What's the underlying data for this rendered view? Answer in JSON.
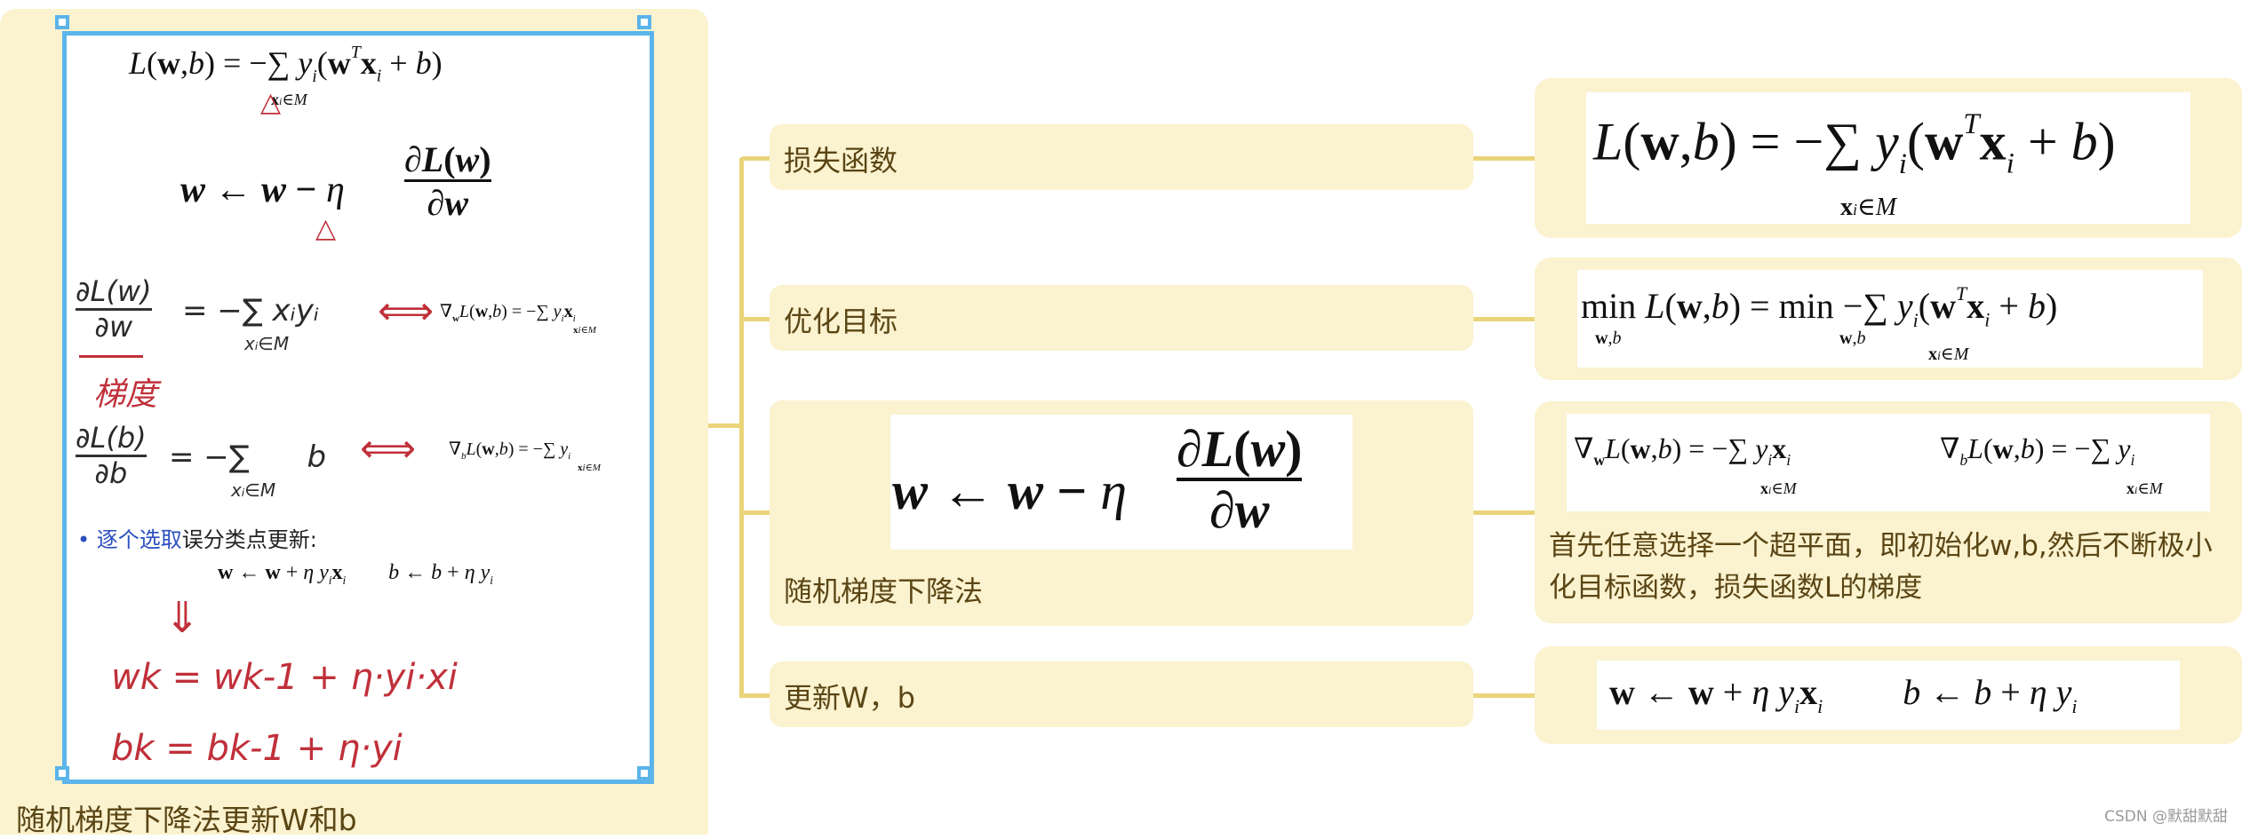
{
  "left_panel": {
    "caption": "随机梯度下降法更新W和b",
    "bullet_blue": "逐个选取",
    "bullet_rest": "误分类点更新:",
    "handwriting": {
      "grad_label": "梯度",
      "wk_update": "wk = wk-1 + η·yi·xi",
      "bk_update": "bk = bk-1 + η·yi",
      "arrow_down": "⇓",
      "equiv": "⟺"
    }
  },
  "nodes": {
    "loss": {
      "label": "损失函数"
    },
    "objective": {
      "label": "优化目标"
    },
    "sgd": {
      "label": "随机梯度下降法"
    },
    "update": {
      "label": "更新W，b"
    }
  },
  "right": {
    "sgd_desc": "首先任意选择一个超平面，即初始化w,b,然后不断极小化目标函数，损失函数L的梯度"
  },
  "watermark": "CSDN @默甜默甜",
  "colors": {
    "panel_bg": "#fbf2cf",
    "connector": "#ead47a",
    "selection": "#5bb4ea",
    "handwriting_red": "#c0303a"
  }
}
